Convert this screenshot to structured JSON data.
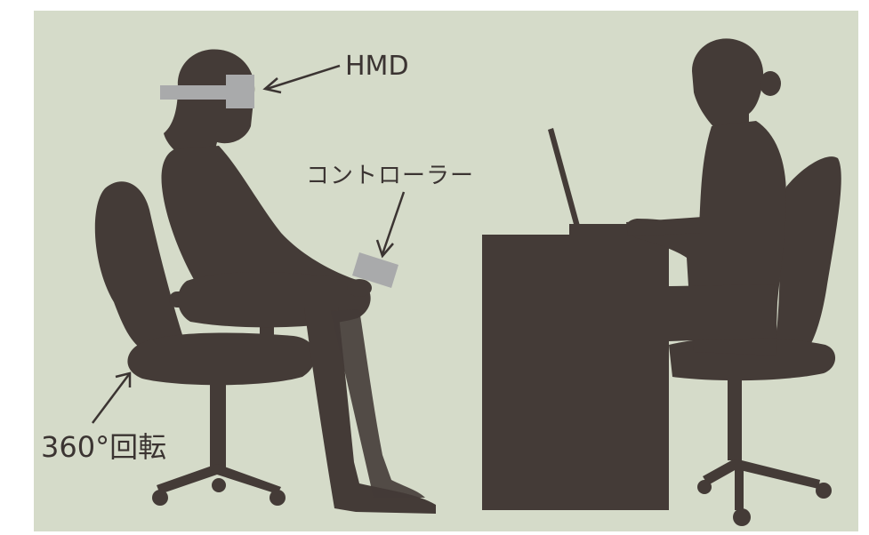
{
  "labels": {
    "hmd": "HMD",
    "controller": "コントローラー",
    "rotation": "360°回転"
  },
  "colors": {
    "background": "#d5dbc9",
    "border": "#ffffff",
    "silhouette": "#443b37",
    "device": "#a9aaab",
    "text": "#3b3432"
  }
}
